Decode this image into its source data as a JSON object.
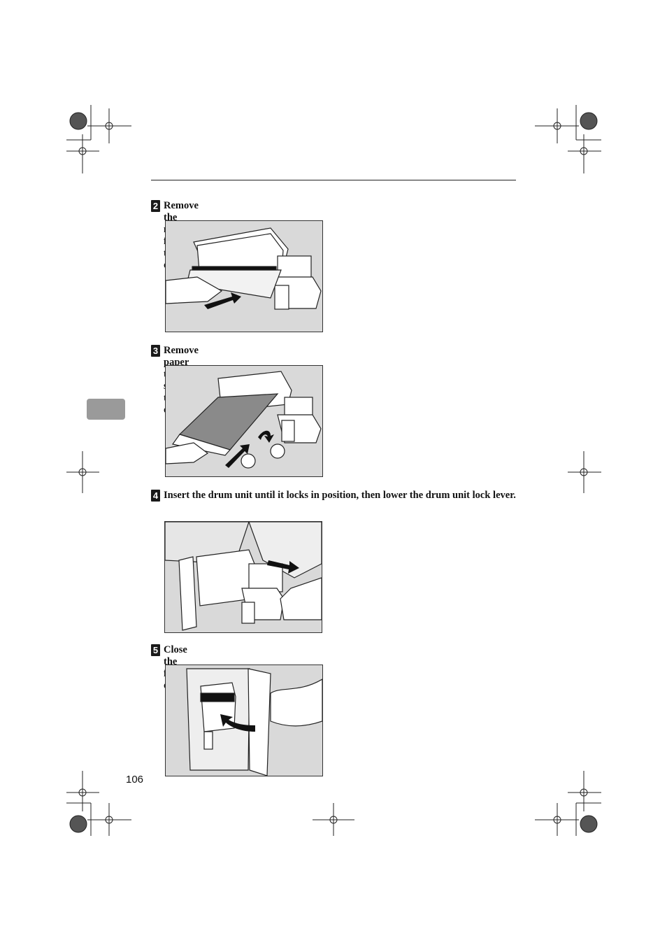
{
  "steps": [
    {
      "num": "2",
      "text": "Remove the master from the drum."
    },
    {
      "num": "3",
      "text": "Remove paper that is stuck to the drum."
    },
    {
      "num": "4",
      "text": "Insert the drum unit until it locks in position, then lower the drum unit lock lever."
    },
    {
      "num": "5",
      "text": "Close the front door."
    }
  ],
  "page_number": "106",
  "colors": {
    "figure_bg": "#d9d9d9",
    "tab": "#9a9a9a",
    "ink": "#111111"
  }
}
